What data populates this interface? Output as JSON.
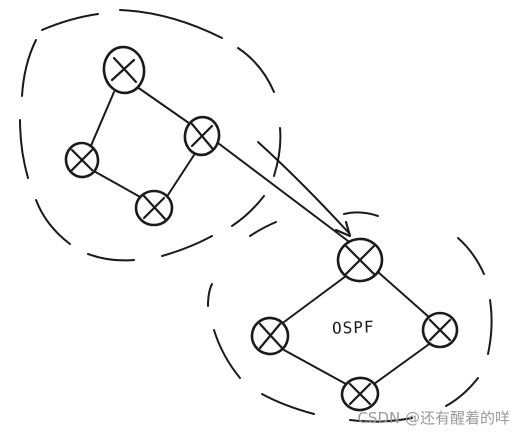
{
  "diagram": {
    "area_label": "OSPF",
    "watermark": "CSDN @还有醒着的咩",
    "ink_color": "#1a1a1a",
    "watermark_color": "#9a9a9a",
    "node_icon": "x-mark-icon",
    "groups": [
      {
        "id": "upper-group",
        "routers": [
          "r1",
          "r2",
          "r3",
          "r4"
        ]
      },
      {
        "id": "lower-group",
        "routers": [
          "r5",
          "r6",
          "r7",
          "r8"
        ]
      }
    ],
    "links": [
      [
        "r1",
        "r2"
      ],
      [
        "r1",
        "r3"
      ],
      [
        "r3",
        "r4"
      ],
      [
        "r4",
        "r2"
      ],
      [
        "r2",
        "r5"
      ],
      [
        "r5",
        "r6"
      ],
      [
        "r5",
        "r7"
      ],
      [
        "r6",
        "r8"
      ],
      [
        "r7",
        "r8"
      ]
    ],
    "arrow": {
      "from": "upper-group",
      "to": "r5"
    }
  }
}
